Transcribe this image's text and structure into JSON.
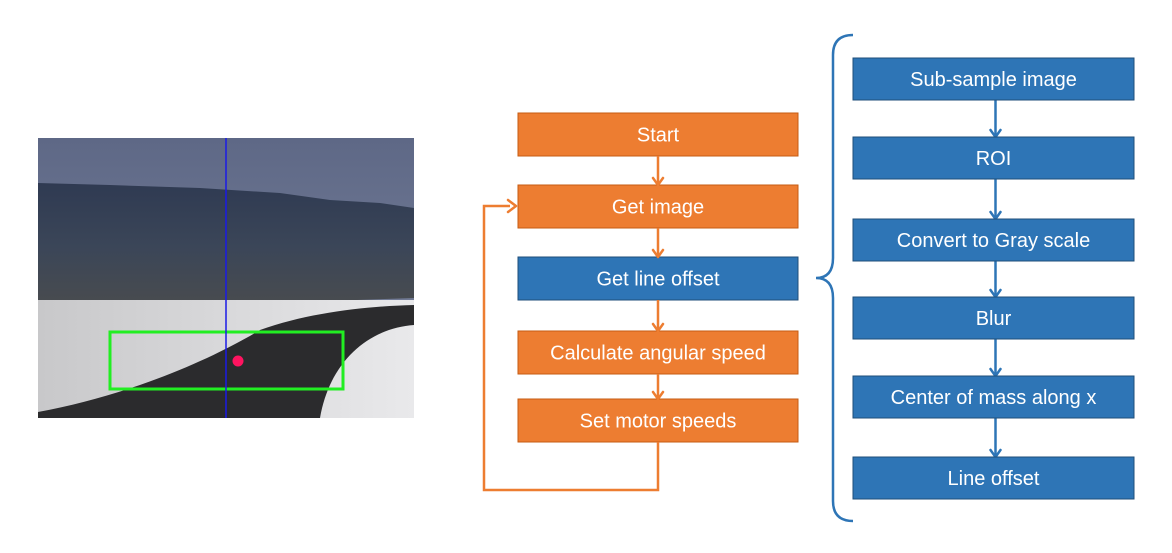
{
  "colors": {
    "orange": "#ED7D31",
    "orange_border": "#C65B12",
    "blue": "#2E75B6",
    "blue_border": "#1F4E79",
    "bracket": "#2E75B6",
    "roi_box": "#22EE22",
    "centroid": "#FF1460",
    "center_line": "#1A1AE6"
  },
  "main_flow": {
    "steps": [
      {
        "label": "Start",
        "color": "orange"
      },
      {
        "label": "Get image",
        "color": "orange"
      },
      {
        "label": "Get line offset",
        "color": "blue"
      },
      {
        "label": "Calculate angular speed",
        "color": "orange"
      },
      {
        "label": "Set motor speeds",
        "color": "orange"
      }
    ]
  },
  "sub_flow": {
    "steps": [
      {
        "label": "Sub-sample image"
      },
      {
        "label": "ROI"
      },
      {
        "label": "Convert to Gray scale"
      },
      {
        "label": "Blur"
      },
      {
        "label": "Center of mass along x"
      },
      {
        "label": "Line offset"
      }
    ]
  }
}
